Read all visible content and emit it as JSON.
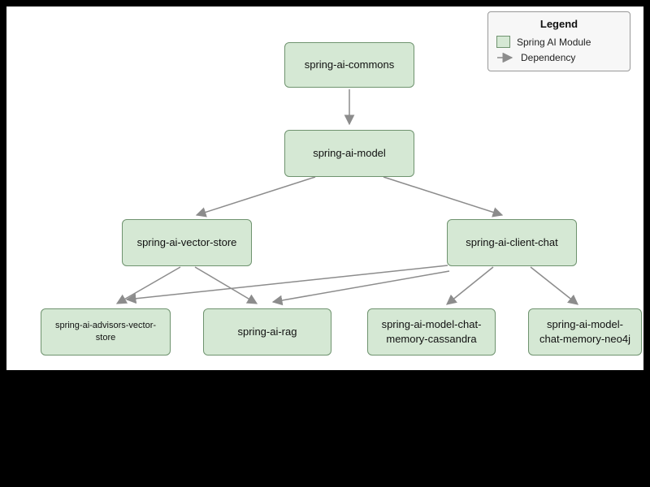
{
  "diagram": {
    "type": "dependency-graph",
    "legend": {
      "title": "Legend",
      "module_label": "Spring AI Module",
      "dependency_label": "Dependency"
    },
    "nodes": {
      "commons": {
        "label": "spring-ai-commons"
      },
      "model": {
        "label": "spring-ai-model"
      },
      "vector_store": {
        "label": "spring-ai-vector-store"
      },
      "client_chat": {
        "label": "spring-ai-client-chat"
      },
      "advisors_vector_store": {
        "label": "spring-ai-advisors-vector-store"
      },
      "rag": {
        "label": "spring-ai-rag"
      },
      "chat_memory_cassandra": {
        "label": "spring-ai-model-chat-memory-cassandra"
      },
      "chat_memory_neo4j": {
        "label": "spring-ai-model-chat-memory-neo4j"
      }
    },
    "edges": [
      {
        "from": "spring-ai-commons",
        "to": "spring-ai-model"
      },
      {
        "from": "spring-ai-model",
        "to": "spring-ai-vector-store"
      },
      {
        "from": "spring-ai-model",
        "to": "spring-ai-client-chat"
      },
      {
        "from": "spring-ai-vector-store",
        "to": "spring-ai-advisors-vector-store"
      },
      {
        "from": "spring-ai-vector-store",
        "to": "spring-ai-rag"
      },
      {
        "from": "spring-ai-client-chat",
        "to": "spring-ai-advisors-vector-store"
      },
      {
        "from": "spring-ai-client-chat",
        "to": "spring-ai-rag"
      },
      {
        "from": "spring-ai-client-chat",
        "to": "spring-ai-model-chat-memory-cassandra"
      },
      {
        "from": "spring-ai-client-chat",
        "to": "spring-ai-model-chat-memory-neo4j"
      }
    ],
    "colors": {
      "node_fill": "#d5e8d4",
      "node_border": "#6f936f",
      "arrow": "#8c8c8c",
      "canvas_bg": "#ffffff",
      "page_bg": "#000000"
    }
  }
}
